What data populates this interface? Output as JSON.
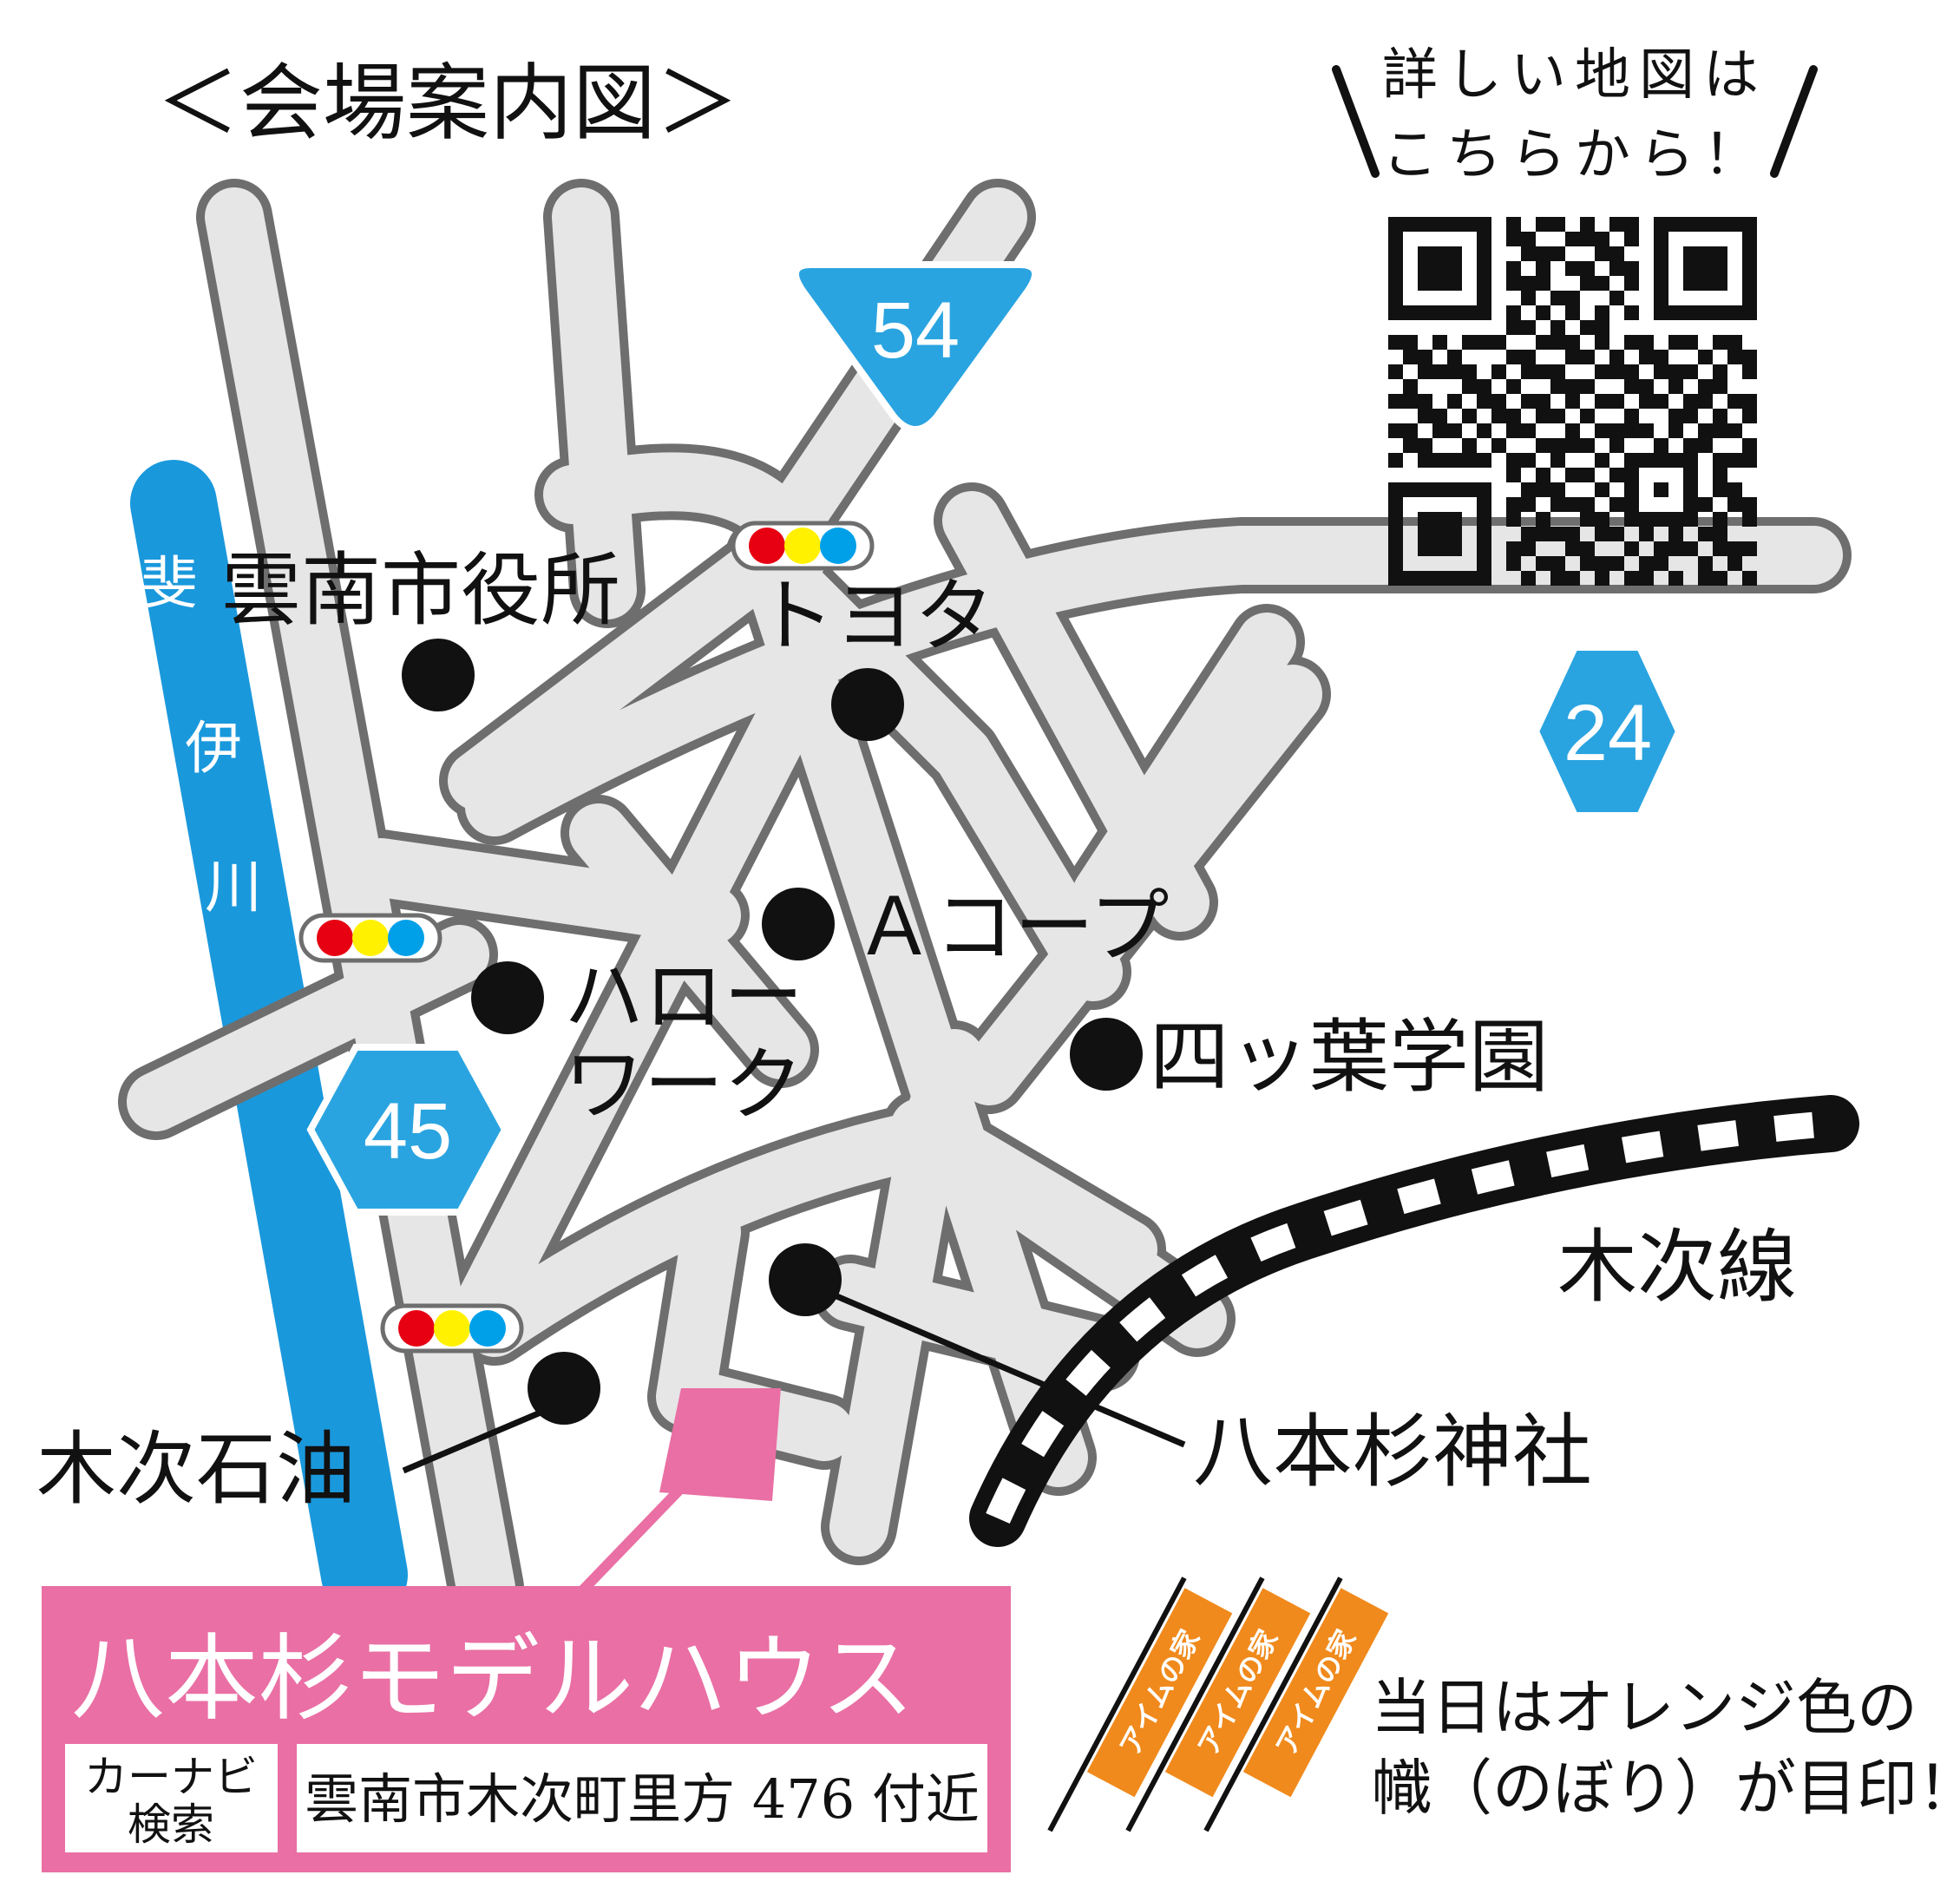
{
  "title": "＜会場案内図＞",
  "qr": {
    "caption_line1": "詳しい地図は",
    "caption_line2": "こちらから！",
    "modules": [
      "1111111010110101101111111",
      "1000001011001110101000001",
      "1011101001110011001011101",
      "1011101010101101101011101",
      "1011101011100110101011101",
      "1000001001011001001000001",
      "1111111010101010101111111",
      "0000000011010110000000000",
      "1101011100111010110110110",
      "0110100011001101011001011",
      "1011110101110011101110101",
      "0100011010011100110101100",
      "1110101101101011011011011",
      "0011010110110100100110101",
      "1101101011001011110101110",
      "0110010100111101001011001",
      "1011111011010010111110111",
      "0000000010101101100010100",
      "1111111001110010101010110",
      "1000001011011101100011011",
      "1011101010100110111110101",
      "1011101001111011010101100",
      "1011101011001100101110111",
      "1000001010110111011001010",
      "1111111001011010110101101"
    ]
  },
  "routes": {
    "r54": "54",
    "r24": "24",
    "r45": "45"
  },
  "river": {
    "char1": "斐",
    "char2": "伊",
    "char3": "川"
  },
  "landmarks": {
    "city_hall": "雲南市役所",
    "toyota": "トヨタ",
    "a_coop": "Ａコープ",
    "hello_work_line1": "ハロー",
    "hello_work_line2": "ワーク",
    "yotsuba": "四ッ葉学園",
    "kisuki_line": "木次線",
    "shrine": "八本杉神社",
    "oil": "木次石油"
  },
  "venue": {
    "name": "八本杉モデルハウス",
    "nav_label_line1": "カーナビ",
    "nav_label_line2": "検索",
    "address": "雲南市木次町里方 476 付近"
  },
  "note": {
    "line1": "当日はオレンジ色の",
    "line2": "幟（のぼり）が目印！"
  },
  "flag": {
    "text": "アイムの家",
    "color": "#f08a1c"
  },
  "colors": {
    "road_fill": "#e6e6e6",
    "road_edge": "#6e6e6e",
    "river": "#1a98dc",
    "route_sign": "#2aa4e0",
    "venue_pink": "#e96fa4",
    "signal_red": "#e60012",
    "signal_yellow": "#fff100",
    "signal_blue": "#00a0e9"
  }
}
